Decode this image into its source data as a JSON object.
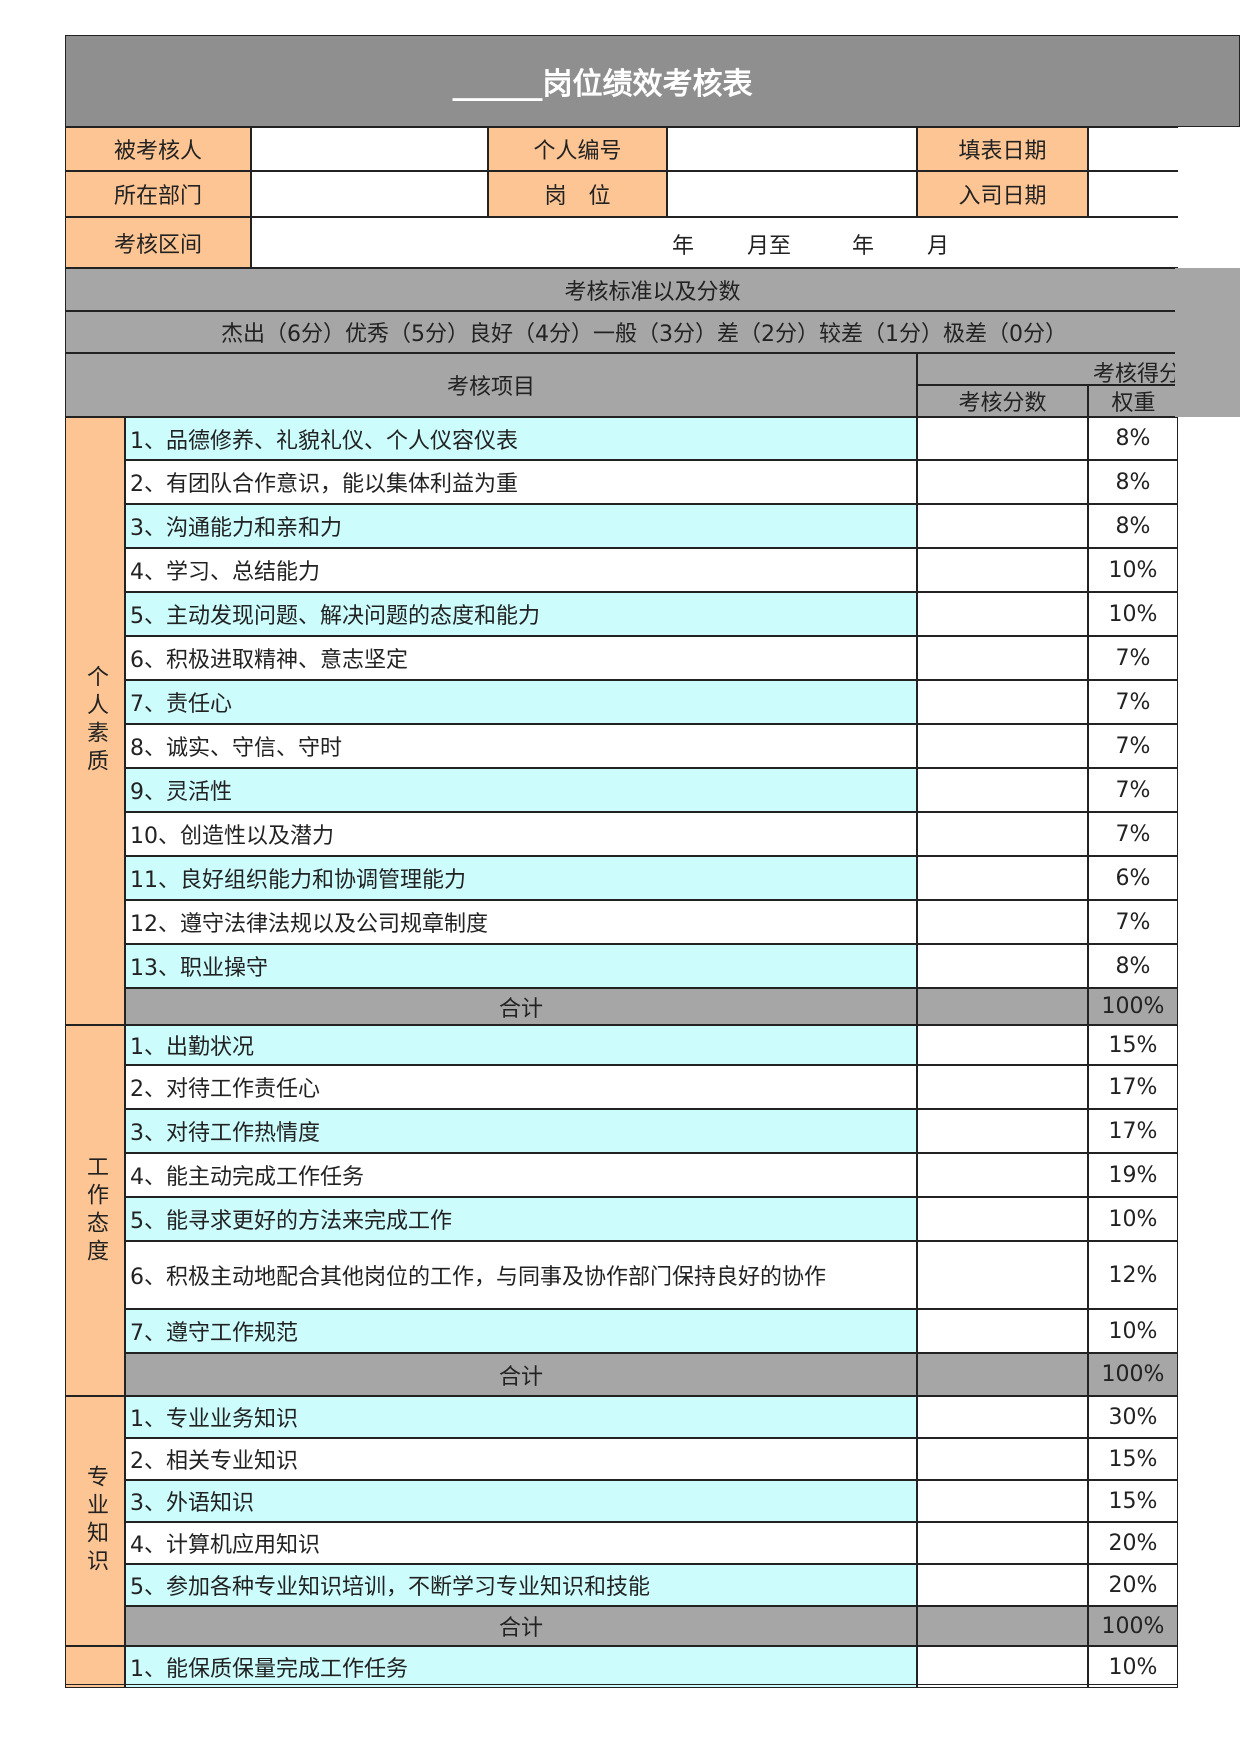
{
  "header": {
    "title": "______岗位绩效考核表",
    "employee_label": "被考核人",
    "id_label": "个人编号",
    "fill_date_label": "填表日期",
    "dept_label": "所在部门",
    "position_label": "岗　位",
    "hire_date_label": "入司日期",
    "period_label": "考核区间",
    "period_year1": "年",
    "period_month_to": "月至",
    "period_year2": "年",
    "period_month2": "月"
  },
  "standards": {
    "title": "考核标准以及分数",
    "scale": "杰出（6分）优秀（5分）良好（4分）一般（3分）差（2分）较差（1分）极差（0分）"
  },
  "columns": {
    "item": "考核项目",
    "score_group": "考核得分",
    "score": "考核分数",
    "weight": "权重"
  },
  "sections": [
    {
      "name": "个人素质",
      "items": [
        {
          "label": "1、品德修养、礼貌礼仪、个人仪容仪表",
          "weight": "8%"
        },
        {
          "label": "2、有团队合作意识，能以集体利益为重",
          "weight": "8%"
        },
        {
          "label": "3、沟通能力和亲和力",
          "weight": "8%"
        },
        {
          "label": "4、学习、总结能力",
          "weight": "10%"
        },
        {
          "label": "5、主动发现问题、解决问题的态度和能力",
          "weight": "10%"
        },
        {
          "label": "6、积极进取精神、意志坚定",
          "weight": "7%"
        },
        {
          "label": "7、责任心",
          "weight": "7%"
        },
        {
          "label": "8、诚实、守信、守时",
          "weight": "7%"
        },
        {
          "label": "9、灵活性",
          "weight": "7%"
        },
        {
          "label": "10、创造性以及潜力",
          "weight": "7%"
        },
        {
          "label": "11、良好组织能力和协调管理能力",
          "weight": "6%"
        },
        {
          "label": "12、遵守法律法规以及公司规章制度",
          "weight": "7%"
        },
        {
          "label": "13、职业操守",
          "weight": "8%"
        }
      ],
      "total_label": "合计",
      "total_weight": "100%"
    },
    {
      "name": "工作态度",
      "items": [
        {
          "label": "1、出勤状况",
          "weight": "15%"
        },
        {
          "label": "2、对待工作责任心",
          "weight": "17%"
        },
        {
          "label": "3、对待工作热情度",
          "weight": "17%"
        },
        {
          "label": "4、能主动完成工作任务",
          "weight": "19%"
        },
        {
          "label": "5、能寻求更好的方法来完成工作",
          "weight": "10%"
        },
        {
          "label": "6、积极主动地配合其他岗位的工作，与同事及协作部门保持良好的协作",
          "weight": "12%"
        },
        {
          "label": "7、遵守工作规范",
          "weight": "10%"
        }
      ],
      "total_label": "合计",
      "total_weight": "100%"
    },
    {
      "name": "专业知识",
      "items": [
        {
          "label": "1、专业业务知识",
          "weight": "30%"
        },
        {
          "label": "2、相关专业知识",
          "weight": "15%"
        },
        {
          "label": "3、外语知识",
          "weight": "15%"
        },
        {
          "label": "4、计算机应用知识",
          "weight": "20%"
        },
        {
          "label": "5、参加各种专业知识培训，不断学习专业知识和技能",
          "weight": "20%"
        }
      ],
      "total_label": "合计",
      "total_weight": "100%"
    },
    {
      "name": "",
      "items": [
        {
          "label": "1、能保质保量完成工作任务",
          "weight": "10%"
        }
      ]
    }
  ],
  "colors": {
    "orange": "#fdc593",
    "gray": "#a6a6a6",
    "title_gray": "#8f8f8f",
    "cyan": "#ccfcfc"
  }
}
